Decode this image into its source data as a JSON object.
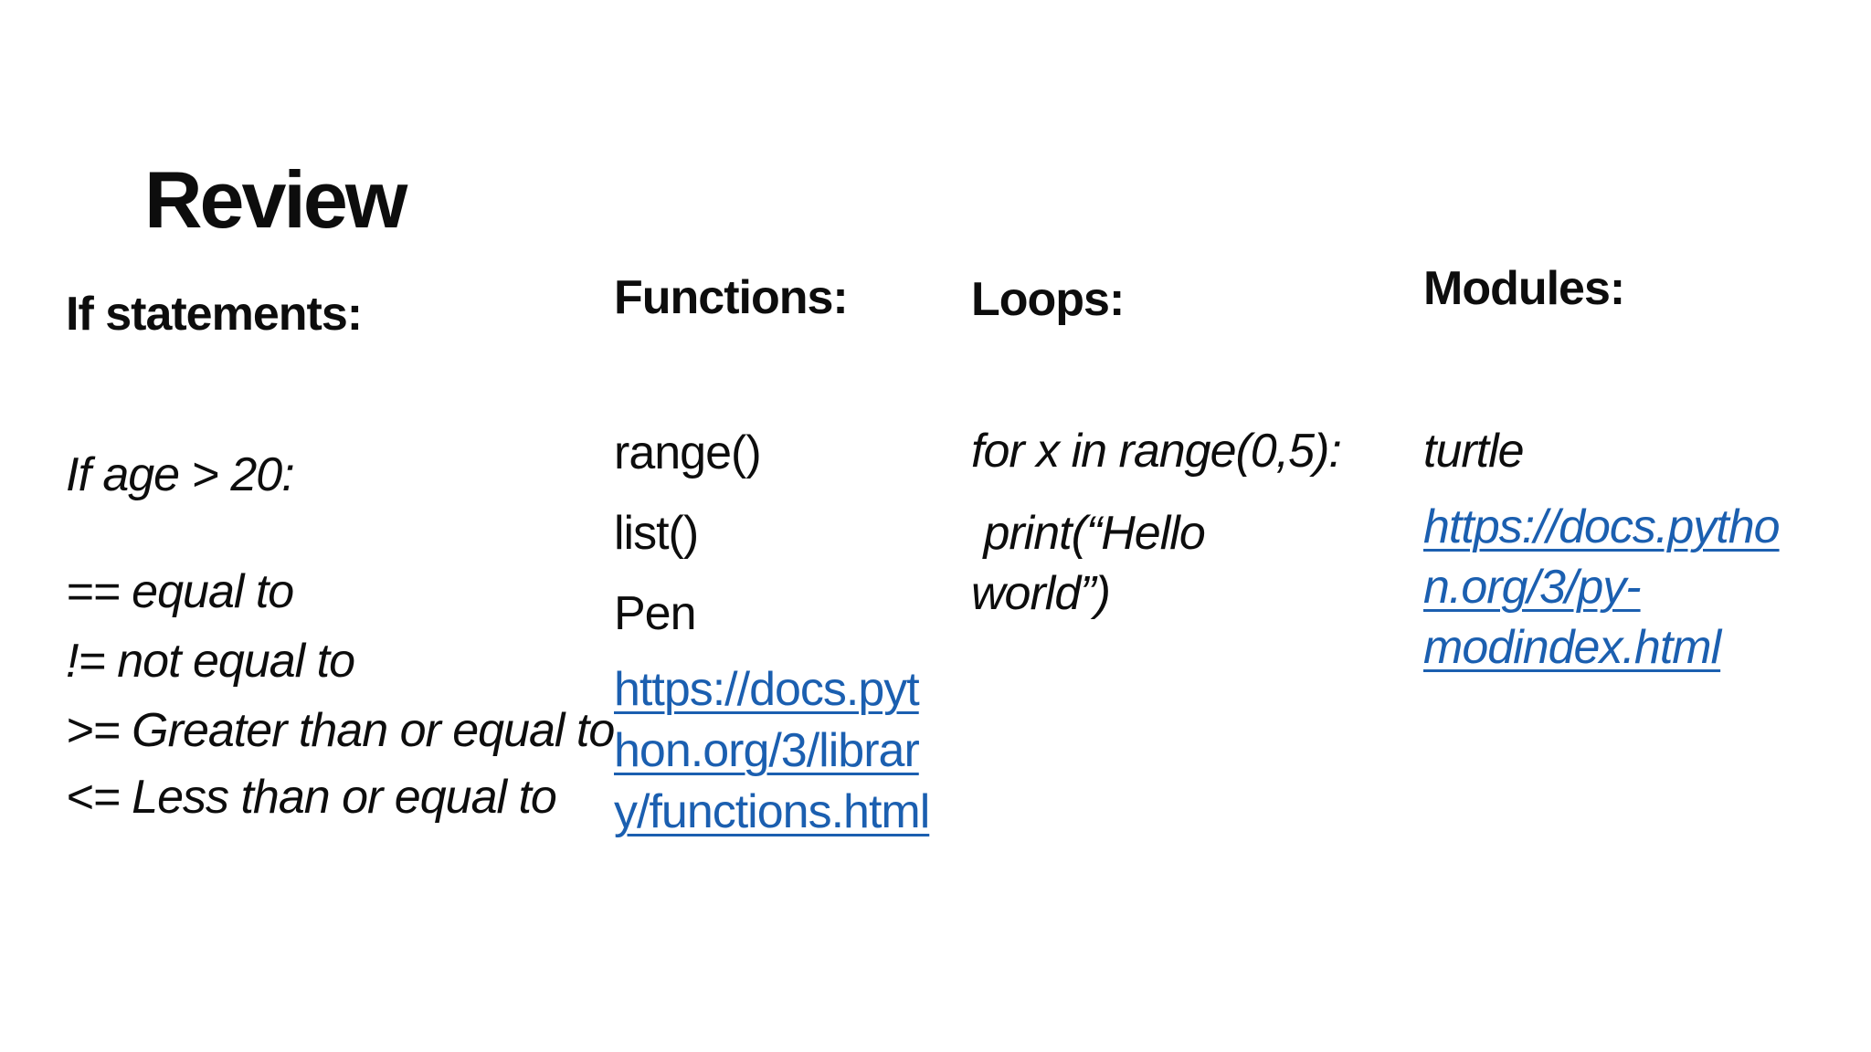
{
  "slide": {
    "title": "Review",
    "background_color": "#FFFFFF",
    "text_color": "#0D0D0D",
    "link_color": "#1B5FB0",
    "columns": {
      "if_statements": {
        "header": "If statements:",
        "example": "If age > 20:",
        "operators": [
          "== equal to",
          "!= not equal to",
          ">= Greater than or equal to",
          "<= Less than or equal to"
        ]
      },
      "functions": {
        "header": "Functions:",
        "items_display": "range()\nlist()\nPen",
        "items": [
          "range()",
          "list()",
          "Pen"
        ],
        "link_url": "https://docs.python.org/3/library/functions.html",
        "link_display": "https://docs.pyt\nhon.org/3/librar\ny/functions.html"
      },
      "loops": {
        "header": "Loops:",
        "code_line1": "for x in range(0,5):",
        "code_line2_display": " print(“Hello\nworld”)"
      },
      "modules": {
        "header": "Modules:",
        "item": "turtle",
        "link_url": "https://docs.python.org/3/py-modindex.html",
        "link_display": "https://docs.pytho\nn.org/3/py-\nmodindex.html"
      }
    }
  }
}
